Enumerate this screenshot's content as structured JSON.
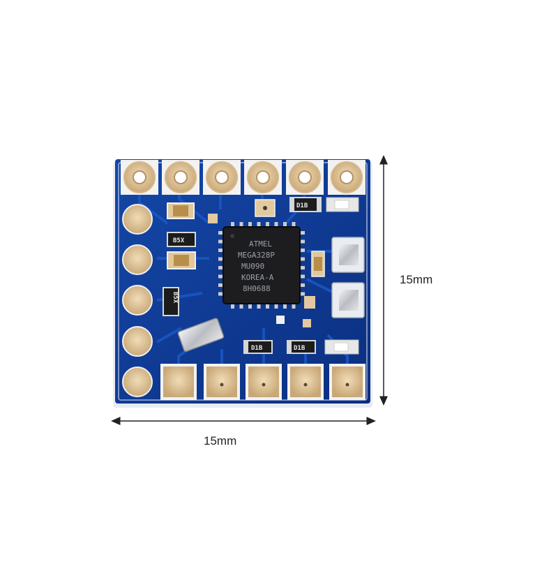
{
  "dimensions": {
    "height_label": "15mm",
    "width_label": "15mm"
  },
  "chip": {
    "lines": [
      "ATMEL",
      "MEGA328P",
      "MU090",
      "KOREA-A",
      "8H0688"
    ]
  },
  "components": {
    "b5x_top": "B5X",
    "b5x_left": "B5X",
    "d1b_top": "D1B",
    "d1b_bottom_left": "D1B",
    "d1b_bottom_right": "D1B"
  },
  "colors": {
    "board": "#0f3a92",
    "pad_gold": "#e3c9a0",
    "chip": "#1d1d1f",
    "arrow": "#222222"
  }
}
